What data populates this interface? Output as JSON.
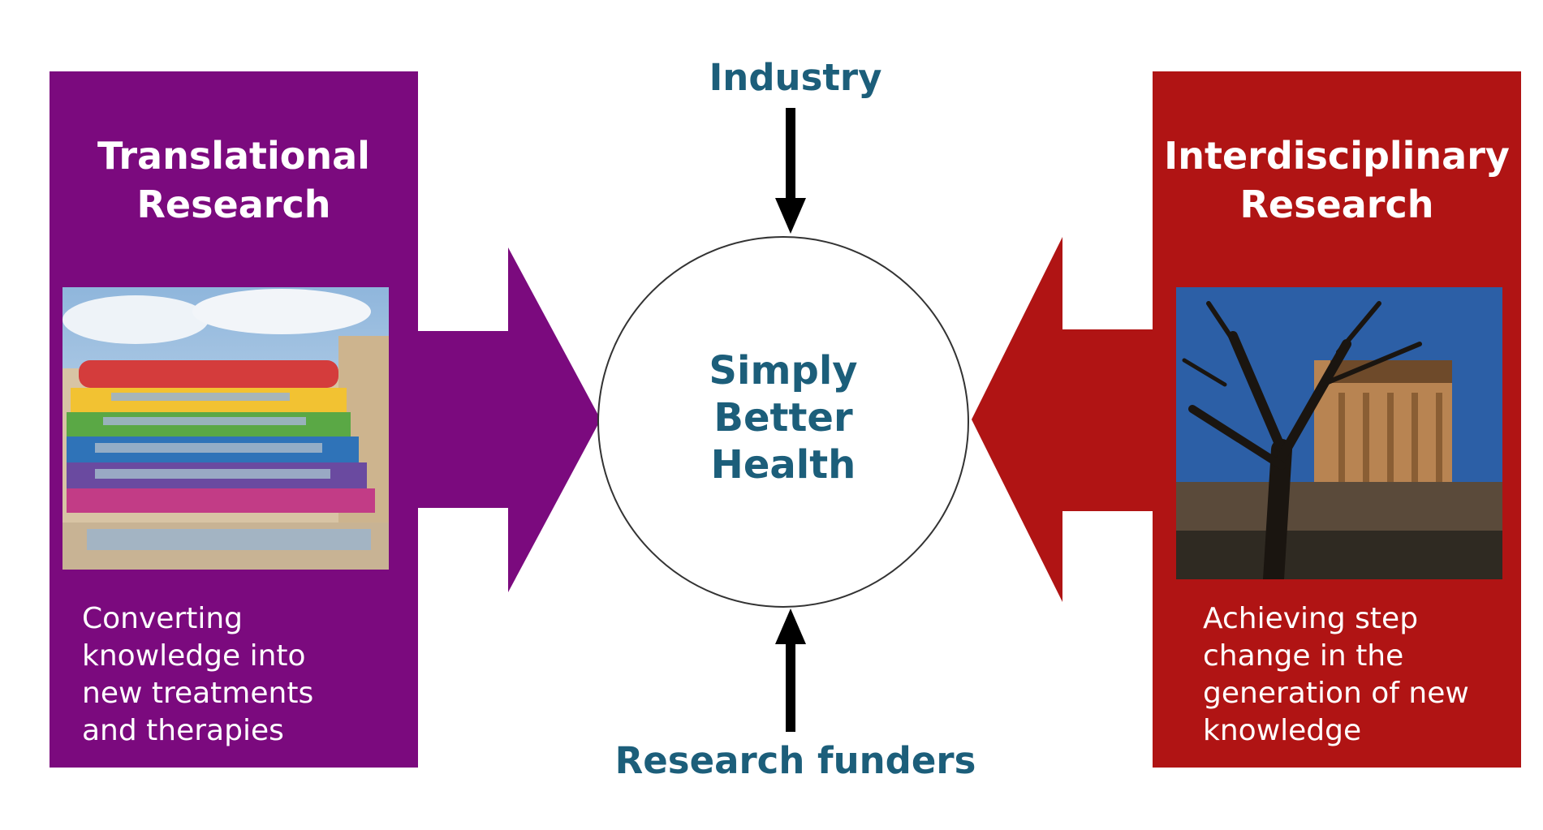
{
  "center": {
    "line1": "Simply",
    "line2": "Better",
    "line3": "Health"
  },
  "top_input": {
    "label": "Industry"
  },
  "bottom_input": {
    "label": "Research funders"
  },
  "left_panel": {
    "title_line1": "Translational",
    "title_line2": "Research",
    "desc_lines": [
      "Converting",
      "knowledge into",
      "new treatments",
      "and therapies"
    ],
    "color": "#7b0a7e"
  },
  "right_panel": {
    "title_line1": "Interdisciplinary",
    "title_line2": "Research",
    "desc_lines": [
      "Achieving step",
      "change in the",
      "generation of new",
      "knowledge"
    ],
    "color": "#b01414"
  },
  "colors": {
    "label_text": "#1c5e7a",
    "arrow_black": "#000000"
  }
}
